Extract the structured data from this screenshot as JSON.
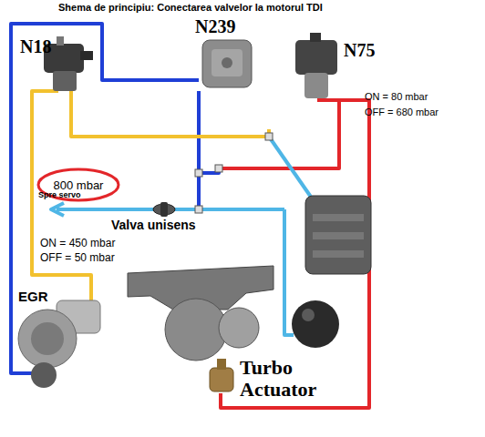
{
  "diagram": {
    "title": "Shema de principiu: Conectarea valvelor la motorul TDI",
    "nodes": [
      {
        "text": [
          "800 mbar"
        ]
      }
    ],
    "labels": [
      "N18",
      "N239",
      "N75",
      "ON = 80 mbar",
      "OFF = 680 mbar",
      "Spre servo",
      "Valva unisens",
      "ON = 450 mbar",
      "OFF = 50 mbar",
      "EGR",
      "Turbo Actuator"
    ]
  }
}
